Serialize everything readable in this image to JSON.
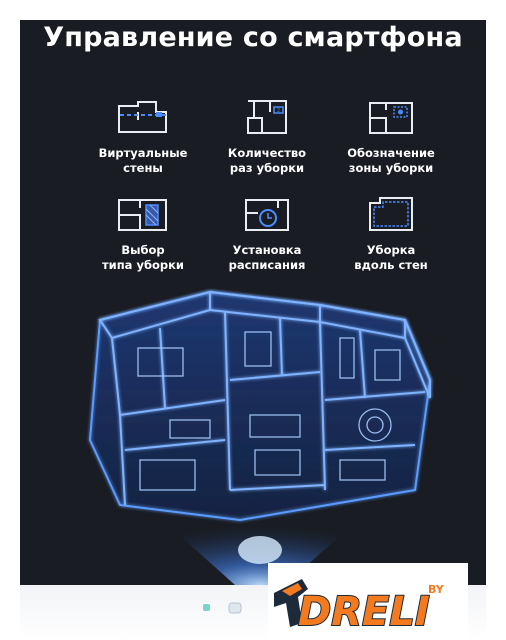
{
  "title": "Управление со смартфона",
  "features": [
    {
      "icon": "virtual-walls-icon",
      "line1": "Виртуальные",
      "line2": "стены"
    },
    {
      "icon": "cleaning-count-icon",
      "line1": "Количество",
      "line2": "раз уборки"
    },
    {
      "icon": "zone-marking-icon",
      "line1": "Обозначение",
      "line2": "зоны уборки"
    },
    {
      "icon": "cleaning-type-icon",
      "line1": "Выбор",
      "line2": "типа уборки"
    },
    {
      "icon": "schedule-icon",
      "line1": "Установка",
      "line2": "расписания"
    },
    {
      "icon": "wall-cleaning-icon",
      "line1": "Уборка",
      "line2": "вдоль стен"
    }
  ],
  "brand": {
    "name": "DRELI",
    "tag": "BY"
  },
  "colors": {
    "panel": "#191c22",
    "accent_blue": "#4a8cff",
    "brand_orange": "#f47a20",
    "brand_dark": "#1c2a3a"
  }
}
